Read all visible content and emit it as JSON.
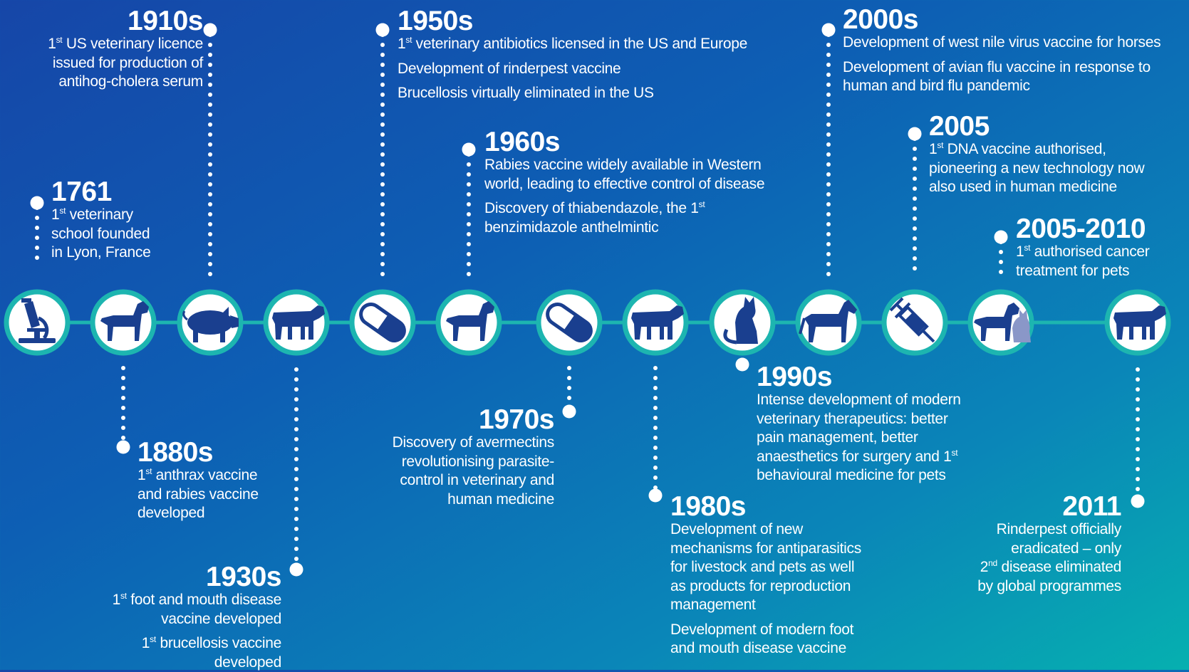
{
  "style": {
    "timeline_color": "#1db5b0",
    "dot_color": "#ffffff",
    "node_fill": "#ffffff",
    "icon_color": "#1a3f8f",
    "cat_icon_color": "#8a97c8",
    "text_color": "#ffffff"
  },
  "icons": [
    {
      "name": "microscope-icon"
    },
    {
      "name": "dog-icon"
    },
    {
      "name": "pig-icon"
    },
    {
      "name": "cow-icon"
    },
    {
      "name": "pill-capsule-icon"
    },
    {
      "name": "dog-icon"
    },
    {
      "name": "pill-capsule-icon"
    },
    {
      "name": "cow-icon"
    },
    {
      "name": "cat-icon"
    },
    {
      "name": "horse-icon"
    },
    {
      "name": "syringe-icon"
    },
    {
      "name": "dog-and-cat-icon"
    },
    {
      "name": "cow-icon"
    }
  ],
  "events": [
    {
      "year": "1761",
      "lines": [
        [
          "1",
          "st",
          " veterinary"
        ],
        [
          "school founded"
        ],
        [
          "in Lyon, France"
        ]
      ]
    },
    {
      "year": "1880s",
      "lines": [
        [
          "1",
          "st",
          " anthrax vaccine"
        ],
        [
          "and rabies vaccine"
        ],
        [
          "developed"
        ]
      ]
    },
    {
      "year": "1910s",
      "lines": [
        [
          "1",
          "st",
          " US veterinary licence"
        ],
        [
          "issued for production of"
        ],
        [
          "antihog-cholera serum"
        ]
      ]
    },
    {
      "year": "1930s",
      "lines": [
        [
          "1",
          "st",
          " foot and mouth disease"
        ],
        [
          "vaccine developed"
        ],
        [],
        [
          "1",
          "st",
          " brucellosis vaccine"
        ],
        [
          "developed"
        ]
      ]
    },
    {
      "year": "1950s",
      "lines": [
        [
          "1",
          "st",
          " veterinary antibiotics licensed in the US and Europe"
        ],
        [],
        [
          "Development of rinderpest vaccine"
        ],
        [],
        [
          "Brucellosis virtually eliminated in the US"
        ]
      ]
    },
    {
      "year": "1960s",
      "lines": [
        [
          "Rabies vaccine widely available in Western"
        ],
        [
          "world, leading to effective control of disease"
        ],
        [],
        [
          "Discovery of thiabendazole, the 1",
          "st"
        ],
        [
          "benzimidazole anthelmintic"
        ]
      ]
    },
    {
      "year": "1970s",
      "lines": [
        [
          "Discovery of avermectins"
        ],
        [
          "revolutionising parasite-"
        ],
        [
          "control in veterinary and"
        ],
        [
          "human medicine"
        ]
      ]
    },
    {
      "year": "1980s",
      "lines": [
        [
          "Development of new"
        ],
        [
          "mechanisms for antiparasitics"
        ],
        [
          "for livestock and pets as well"
        ],
        [
          "as products for reproduction"
        ],
        [
          "management"
        ],
        [],
        [
          "Development of modern foot"
        ],
        [
          "and mouth disease vaccine"
        ]
      ]
    },
    {
      "year": "1990s",
      "lines": [
        [
          "Intense development of modern"
        ],
        [
          "veterinary therapeutics: better"
        ],
        [
          "pain management, better"
        ],
        [
          "anaesthetics for surgery and 1",
          "st"
        ],
        [
          "behavioural medicine for pets"
        ]
      ]
    },
    {
      "year": "2000s",
      "lines": [
        [
          "Development of west nile virus vaccine for horses"
        ],
        [],
        [
          "Development of avian flu vaccine in response to"
        ],
        [
          "human and bird flu pandemic"
        ]
      ]
    },
    {
      "year": "2005",
      "lines": [
        [
          "1",
          "st",
          " DNA vaccine authorised,"
        ],
        [
          "pioneering a new technology now"
        ],
        [
          "also used in human medicine"
        ]
      ]
    },
    {
      "year": "2005-2010",
      "lines": [
        [
          "1",
          "st",
          " authorised cancer"
        ],
        [
          "treatment for pets"
        ]
      ]
    },
    {
      "year": "2011",
      "lines": [
        [
          "Rinderpest officially"
        ],
        [
          "eradicated – only"
        ],
        [
          "2",
          "nd",
          " disease eliminated"
        ],
        [
          "by global programmes"
        ]
      ]
    }
  ]
}
